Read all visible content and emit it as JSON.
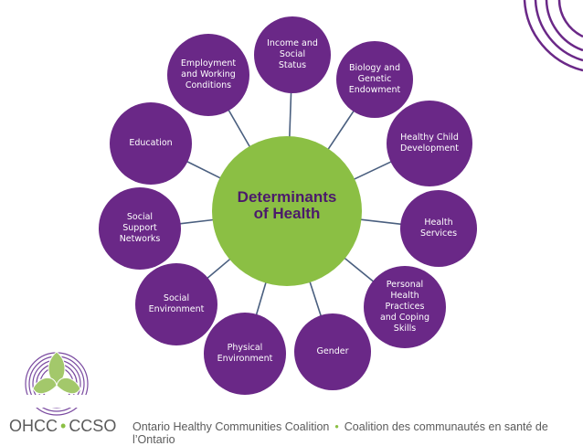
{
  "diagram": {
    "center": "Determinants\nof Health",
    "nodes": [
      "Income and\nSocial\nStatus",
      "Biology and\nGenetic\nEndowment",
      "Healthy Child\nDevelopment",
      "Health\nServices",
      "Personal\nHealth\nPractices\nand Coping\nSkills",
      "Gender",
      "Physical\nEnvironment",
      "Social\nEnvironment",
      "Social\nSupport\nNetworks",
      "Education",
      "Employment\nand Working\nConditions"
    ]
  },
  "footer": {
    "abbr_en": "OHCC",
    "separator": "•",
    "abbr_fr": "CCSO",
    "name_en": "Ontario Healthy Communities Coalition",
    "name_fr": "Coalition des communautés en santé de l’Ontario"
  },
  "colors": {
    "purple": "#6a2887",
    "center": "#8bbf44",
    "connector": "#4a5f7f",
    "logo_leaf": "#a3c86b",
    "text_grey": "#5b5b5b"
  }
}
